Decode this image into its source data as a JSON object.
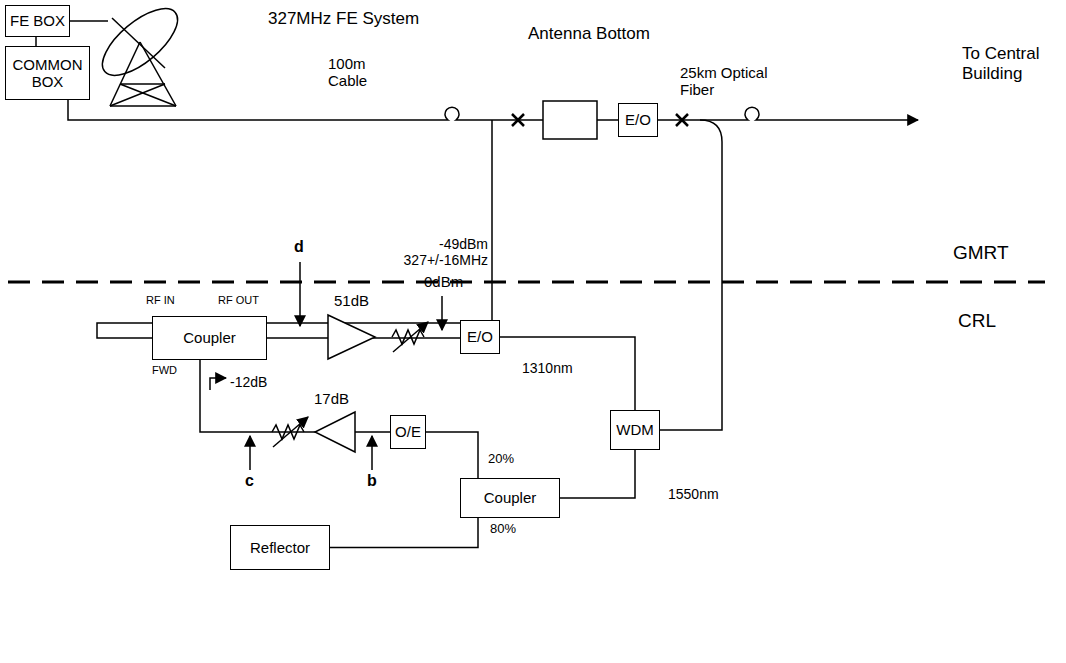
{
  "diagram": {
    "title": "327MHz FE System",
    "nodes": [
      {
        "text": [
          "FE BOX"
        ]
      },
      {
        "text": [
          "COMMON BOX"
        ]
      },
      {
        "text": [
          "E/O"
        ]
      },
      {
        "text": [
          "Coupler"
        ]
      },
      {
        "text": [
          "E/O"
        ]
      },
      {
        "text": [
          "WDM"
        ]
      },
      {
        "text": [
          "O/E"
        ]
      },
      {
        "text": [
          "Coupler"
        ]
      },
      {
        "text": [
          "Reflector"
        ]
      }
    ],
    "edges": [
      {
        "from": 0,
        "to": 1,
        "arrow": "none"
      },
      {
        "from": 3,
        "to": 4,
        "arrow": "none"
      },
      {
        "from": 4,
        "to": 5,
        "arrow": "none"
      },
      {
        "from": 5,
        "to": 7,
        "arrow": "none"
      },
      {
        "from": 7,
        "to": 6,
        "arrow": "none"
      },
      {
        "from": 7,
        "to": 8,
        "arrow": "none"
      },
      {
        "from": 6,
        "to": 3,
        "arrow": "none"
      }
    ],
    "labels": [
      "100m Cable",
      "Antenna Bottom",
      "25km Optical Fiber",
      "To Central Building",
      "-49dBm 327+/-16MHz",
      "GMRT",
      "CRL",
      "d",
      "RF IN",
      "RF OUT",
      "51dB",
      "0dBm",
      "1310nm",
      "FWD",
      "-12dB",
      "17dB",
      "c",
      "b",
      "20%",
      "1550nm",
      "80%"
    ]
  }
}
